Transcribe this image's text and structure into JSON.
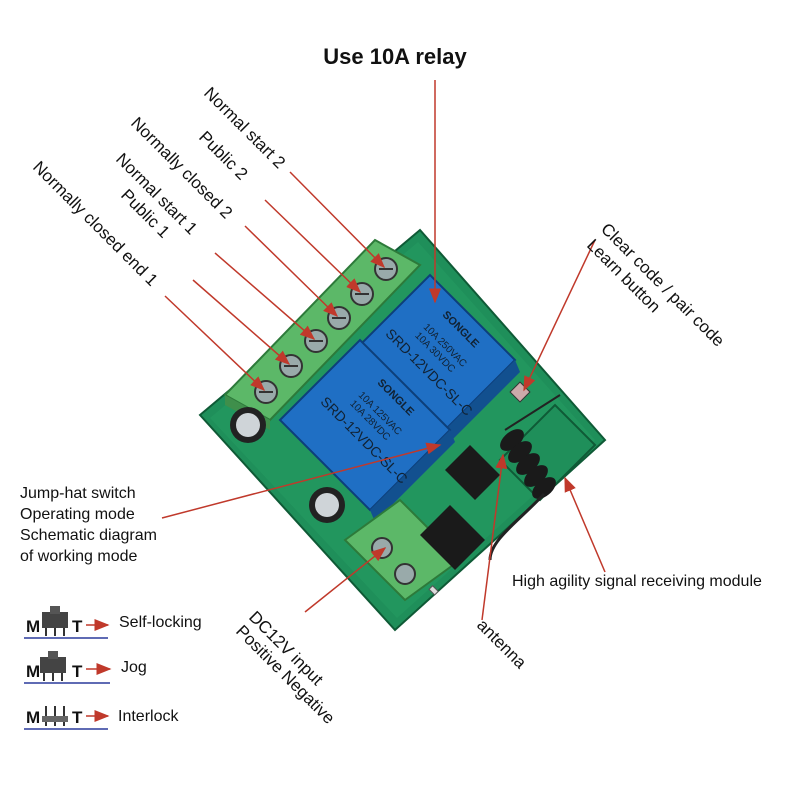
{
  "title": "Use 10A relay",
  "terminals": {
    "normal_start_2": "Normal start 2",
    "public_2": "Public 2",
    "normally_closed_2": "Normally closed 2",
    "normal_start_1": "Normal start 1",
    "public_1": "Public 1",
    "normally_closed_end_1": "Normally closed end 1"
  },
  "clear_code": {
    "line1": "Clear code / pair code",
    "line2": "Learn button"
  },
  "jumper_note": {
    "line1": "Jump-hat switch",
    "line2": "Operating mode",
    "line3": "Schematic diagram",
    "line4": "of working mode"
  },
  "module_label": "High agility signal receiving module",
  "antenna_label": "antenna",
  "power": {
    "line1": "DC12V input",
    "line2": "Positive Negative"
  },
  "modes": [
    {
      "m": "M",
      "t": "T",
      "label": "Self-locking"
    },
    {
      "m": "M",
      "t": "T",
      "label": "Jog"
    },
    {
      "m": "M",
      "t": "T",
      "label": "Interlock"
    }
  ],
  "relay": {
    "brand": "SONGLE",
    "model": "SRD-12VDC-SL-C",
    "rating1": "10A 250VAC",
    "rating2": "10A 30VDC",
    "rating3": "10A 125VAC",
    "rating4": "10A 28VDC"
  },
  "colors": {
    "pcb": "#1f8f5a",
    "terminal": "#4cae5c",
    "relay": "#1f6fc4",
    "leader": "#c0392b",
    "mode_letter": "#2a3a9c"
  }
}
